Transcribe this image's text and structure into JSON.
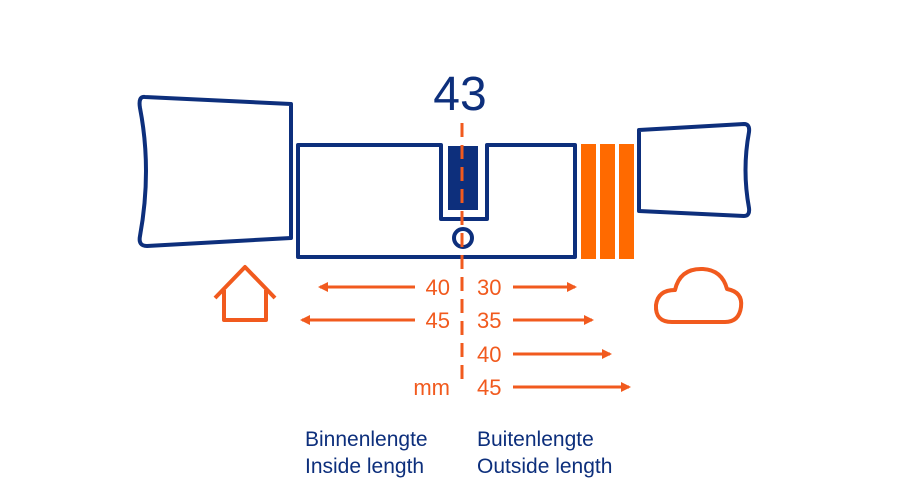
{
  "size_label": "43",
  "inside_lengths": [
    "40",
    "45"
  ],
  "outside_lengths": [
    "30",
    "35",
    "40",
    "45"
  ],
  "unit": "mm",
  "inside_label": {
    "nl": "Binnenlengte",
    "en": "Inside length"
  },
  "outside_label": {
    "nl": "Buitenlengte",
    "en": "Outside length"
  },
  "icons": {
    "inside": "house-icon",
    "outside": "cloud-icon"
  },
  "colors": {
    "navy": "#0d2f7c",
    "orange": "#f15a1e",
    "stripes": "#ff6a00"
  }
}
